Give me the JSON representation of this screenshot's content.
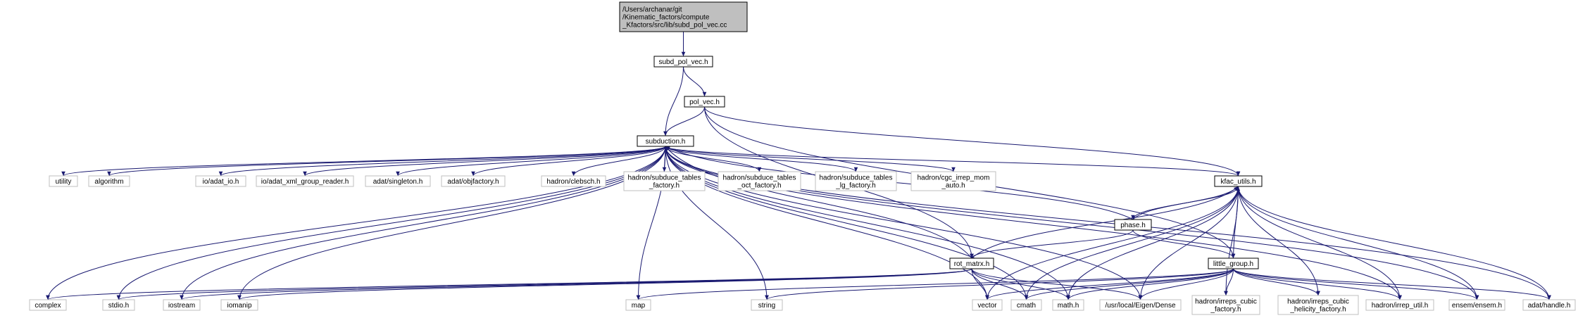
{
  "diagram": {
    "nodes": {
      "src": {
        "lines": [
          "/Users/archanar/git",
          "/Kinematic_factors/compute",
          "_Kfactors/src/lib/subd_pol_vec.cc"
        ]
      },
      "subd": {
        "lines": [
          "subd_pol_vec.h"
        ]
      },
      "pol": {
        "lines": [
          "pol_vec.h"
        ]
      },
      "subduction": {
        "lines": [
          "subduction.h"
        ]
      },
      "utility": {
        "lines": [
          "utility"
        ]
      },
      "algorithm": {
        "lines": [
          "algorithm"
        ]
      },
      "adat_io": {
        "lines": [
          "io/adat_io.h"
        ]
      },
      "xml_reader": {
        "lines": [
          "io/adat_xml_group_reader.h"
        ]
      },
      "singleton": {
        "lines": [
          "adat/singleton.h"
        ]
      },
      "objfactory": {
        "lines": [
          "adat/objfactory.h"
        ]
      },
      "clebsch": {
        "lines": [
          "hadron/clebsch.h"
        ]
      },
      "subduce_factory": {
        "lines": [
          "hadron/subduce_tables",
          "_factory.h"
        ]
      },
      "subduce_oct": {
        "lines": [
          "hadron/subduce_tables",
          "_oct_factory.h"
        ]
      },
      "subduce_lg": {
        "lines": [
          "hadron/subduce_tables",
          "_lg_factory.h"
        ]
      },
      "cgc": {
        "lines": [
          "hadron/cgc_irrep_mom",
          "_auto.h"
        ]
      },
      "kfac": {
        "lines": [
          "kfac_utils.h"
        ]
      },
      "phase": {
        "lines": [
          "phase.h"
        ]
      },
      "rot": {
        "lines": [
          "rot_matrx.h"
        ]
      },
      "little": {
        "lines": [
          "little_group.h"
        ]
      },
      "complex": {
        "lines": [
          "complex"
        ]
      },
      "stdio": {
        "lines": [
          "stdio.h"
        ]
      },
      "iostream": {
        "lines": [
          "iostream"
        ]
      },
      "iomanip": {
        "lines": [
          "iomanip"
        ]
      },
      "map": {
        "lines": [
          "map"
        ]
      },
      "string": {
        "lines": [
          "string"
        ]
      },
      "vector": {
        "lines": [
          "vector"
        ]
      },
      "cmath": {
        "lines": [
          "cmath"
        ]
      },
      "mathh": {
        "lines": [
          "math.h"
        ]
      },
      "eigen": {
        "lines": [
          "/usr/local/Eigen/Dense"
        ]
      },
      "irreps_cubic": {
        "lines": [
          "hadron/irreps_cubic",
          "_factory.h"
        ]
      },
      "irreps_helicity": {
        "lines": [
          "hadron/irreps_cubic",
          "_helicity_factory.h"
        ]
      },
      "irrep_util": {
        "lines": [
          "hadron/irrep_util.h"
        ]
      },
      "ensem": {
        "lines": [
          "ensem/ensem.h"
        ]
      },
      "handle": {
        "lines": [
          "adat/handle.h"
        ]
      }
    }
  }
}
